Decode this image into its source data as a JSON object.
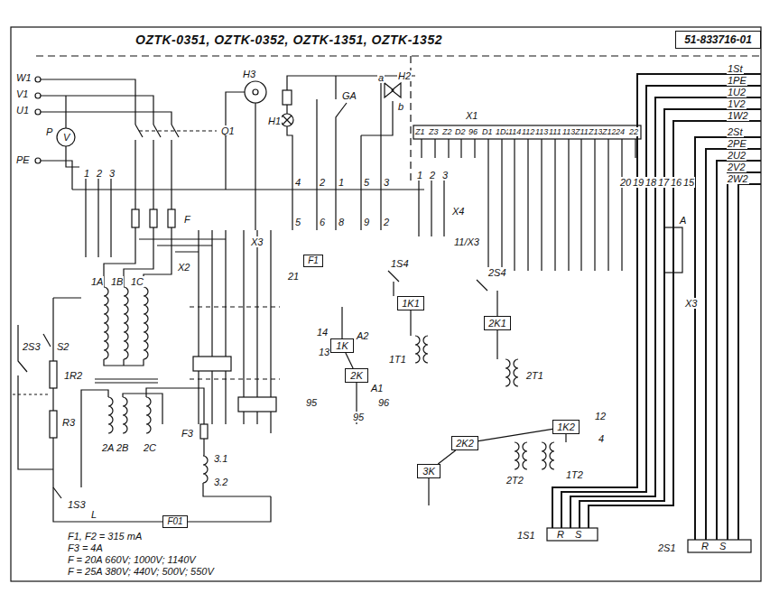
{
  "diagram": {
    "title": "OZTK-0351, OZTK-0352, OZTK-1351, OZTK-1352",
    "nodes": [
      {
        "text": [
          "51-833716-01"
        ]
      },
      {
        "text": [
          "1K"
        ]
      },
      {
        "text": [
          "2K"
        ]
      },
      {
        "text": [
          "3K"
        ]
      },
      {
        "text": [
          "1K1"
        ]
      },
      {
        "text": [
          "2K1"
        ]
      },
      {
        "text": [
          "1K2"
        ]
      },
      {
        "text": [
          "2K2"
        ]
      },
      {
        "text": [
          "F1"
        ]
      },
      {
        "text": [
          "F01"
        ]
      }
    ],
    "edges": [
      {
        "from": 1,
        "to": 2,
        "arrow": "none"
      },
      {
        "from": 7,
        "to": 3,
        "arrow": "none"
      },
      {
        "from": 6,
        "to": 7,
        "arrow": "none"
      }
    ],
    "labels": [
      "W1",
      "V1",
      "U1",
      "PE",
      "P",
      "V",
      "Q1",
      "H3",
      "H1",
      "GA",
      "H2",
      "a",
      "b",
      "X1",
      "1St",
      "1PE",
      "1U2",
      "1V2",
      "1W2",
      "2St",
      "2PE",
      "2U2",
      "2V2",
      "2W2",
      "Z1",
      "Z3",
      "Z2",
      "D2",
      "96",
      "D1",
      "1D2",
      "114",
      "112",
      "113",
      "111",
      "113",
      "Z11",
      "Z13",
      "Z12",
      "24",
      "22",
      "X4",
      "11/X3",
      "X3",
      "X2",
      "F",
      "21",
      "1S4",
      "2S4",
      "1T1",
      "2T1",
      "2T2",
      "1T2",
      "1S1",
      "R",
      "S",
      "2S1",
      "R",
      "S",
      "A",
      "X3",
      "2S3",
      "S2",
      "1R2",
      "R3",
      "1S3",
      "L",
      "F3",
      "3.1",
      "3.2",
      "1A",
      "1B",
      "1C",
      "2A",
      "2B",
      "2C",
      "F1, F2 = 315 mA",
      "F3 = 4A",
      "F = 20A  660V; 1000V; 1140V",
      "F = 25A  380V; 440V; 500V; 550V",
      "1",
      "2",
      "3",
      "4",
      "2",
      "1",
      "5",
      "3",
      "1",
      "2",
      "3",
      "5",
      "6",
      "8",
      "9",
      "2",
      "A2",
      "A1",
      "95",
      "96",
      "95",
      "13",
      "14",
      "20",
      "19",
      "18",
      "17",
      "16",
      "15",
      "12",
      "4"
    ]
  }
}
